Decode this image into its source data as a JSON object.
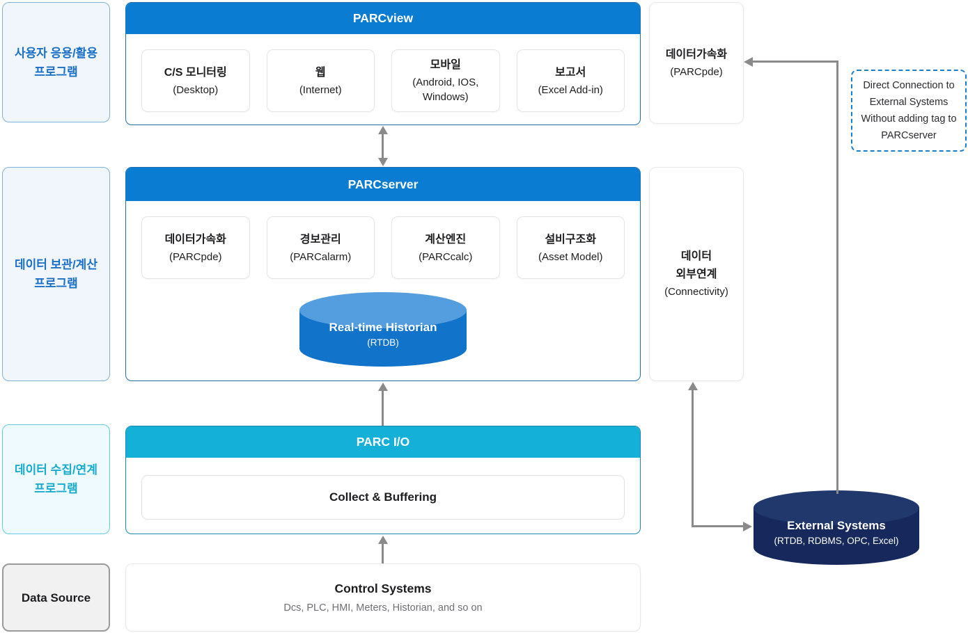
{
  "colors": {
    "header_blue": "#0a7cd1",
    "header_cyan": "#14b0d8",
    "historian_body": "#1173ca",
    "historian_top": "#549edf",
    "external_body": "#17295c",
    "external_top": "#20386b",
    "note_border": "#1a7fc9",
    "arrow_gray": "#8a8a8a",
    "side_label_blue_text": "#1a70c8",
    "side_label_cyan_text": "#17abce"
  },
  "left_column": {
    "user_apps": {
      "line1": "사용자 응용/활용",
      "line2": "프로그램"
    },
    "storage_calc": {
      "line1": "데이터 보관/계산",
      "line2": "프로그램"
    },
    "collect_link": {
      "line1": "데이터 수집/연계",
      "line2": "프로그램"
    },
    "data_source": {
      "label": "Data Source"
    }
  },
  "main": {
    "parcview": {
      "title": "PARCview",
      "cards": [
        {
          "title": "C/S 모니터링",
          "subtitle": "(Desktop)"
        },
        {
          "title": "웹",
          "subtitle": "(Internet)"
        },
        {
          "title": "모바일",
          "subtitle": "(Android, IOS, Windows)"
        },
        {
          "title": "보고서",
          "subtitle": "(Excel Add-in)"
        }
      ]
    },
    "parcserver": {
      "title": "PARCserver",
      "cards": [
        {
          "title": "데이터가속화",
          "subtitle": "(PARCpde)"
        },
        {
          "title": "경보관리",
          "subtitle": "(PARCalarm)"
        },
        {
          "title": "계산엔진",
          "subtitle": "(PARCcalc)"
        },
        {
          "title": "설비구조화",
          "subtitle": "(Asset Model)"
        }
      ],
      "historian": {
        "title": "Real-time Historian",
        "subtitle": "(RTDB)"
      }
    },
    "parcio": {
      "title": "PARC I/O",
      "card": "Collect & Buffering"
    },
    "control_systems": {
      "title": "Control Systems",
      "subtitle": "Dcs, PLC, HMI, Meters, Historian, and so on"
    }
  },
  "right_column": {
    "pde_box": {
      "title": "데이터가속화",
      "subtitle": "(PARCpde)"
    },
    "connectivity_box": {
      "line1": "데이터",
      "line2": "외부연계",
      "subtitle": "(Connectivity)"
    },
    "external_systems": {
      "title": "External Systems",
      "subtitle": "(RTDB, RDBMS, OPC, Excel)"
    },
    "note": {
      "line1": "Direct Connection to",
      "line2": "External Systems",
      "line3": "Without adding tag to",
      "line4": "PARCserver"
    }
  }
}
